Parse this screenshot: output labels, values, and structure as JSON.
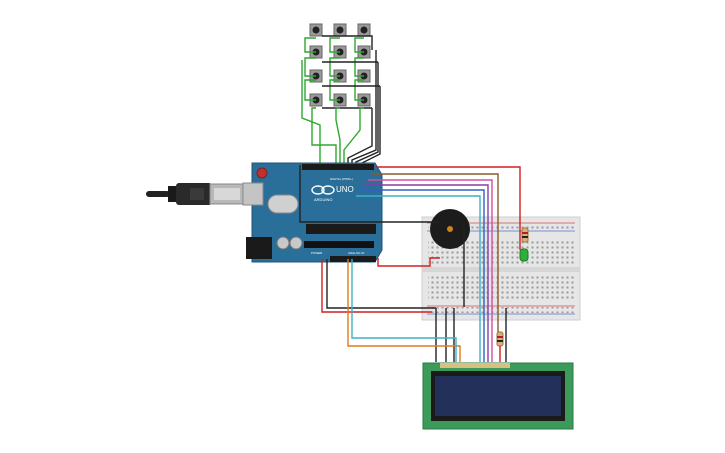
{
  "arduino": {
    "logo_text": "UNO",
    "brand": "ARDUINO",
    "power_label": "POWER",
    "analog_label": "ANALOG IN",
    "digital_label": "DIGITAL (PWM~)"
  },
  "colors": {
    "board": "#2a6f9a",
    "breadboard": "#e6e6e6",
    "lcd_board": "#3c9b5a",
    "lcd_screen": "#22305a",
    "wire_red": "#d02020",
    "wire_black": "#222222",
    "wire_green": "#2ea82e",
    "wire_orange": "#e07a1c",
    "wire_cyan": "#3fb0c8",
    "wire_purple": "#8a3aa8",
    "wire_pink": "#d050a0",
    "wire_brown": "#8a5a2a",
    "wire_blue": "#3060c8",
    "led": "#2fae3a",
    "buzzer": "#1c1c1c"
  },
  "components": {
    "keypad_buttons": 12,
    "usb_cable_icon": "usb-cable-icon",
    "buzzer_icon": "piezo-buzzer-icon",
    "led_icon": "led-icon",
    "resistor_icon": "resistor-icon"
  }
}
